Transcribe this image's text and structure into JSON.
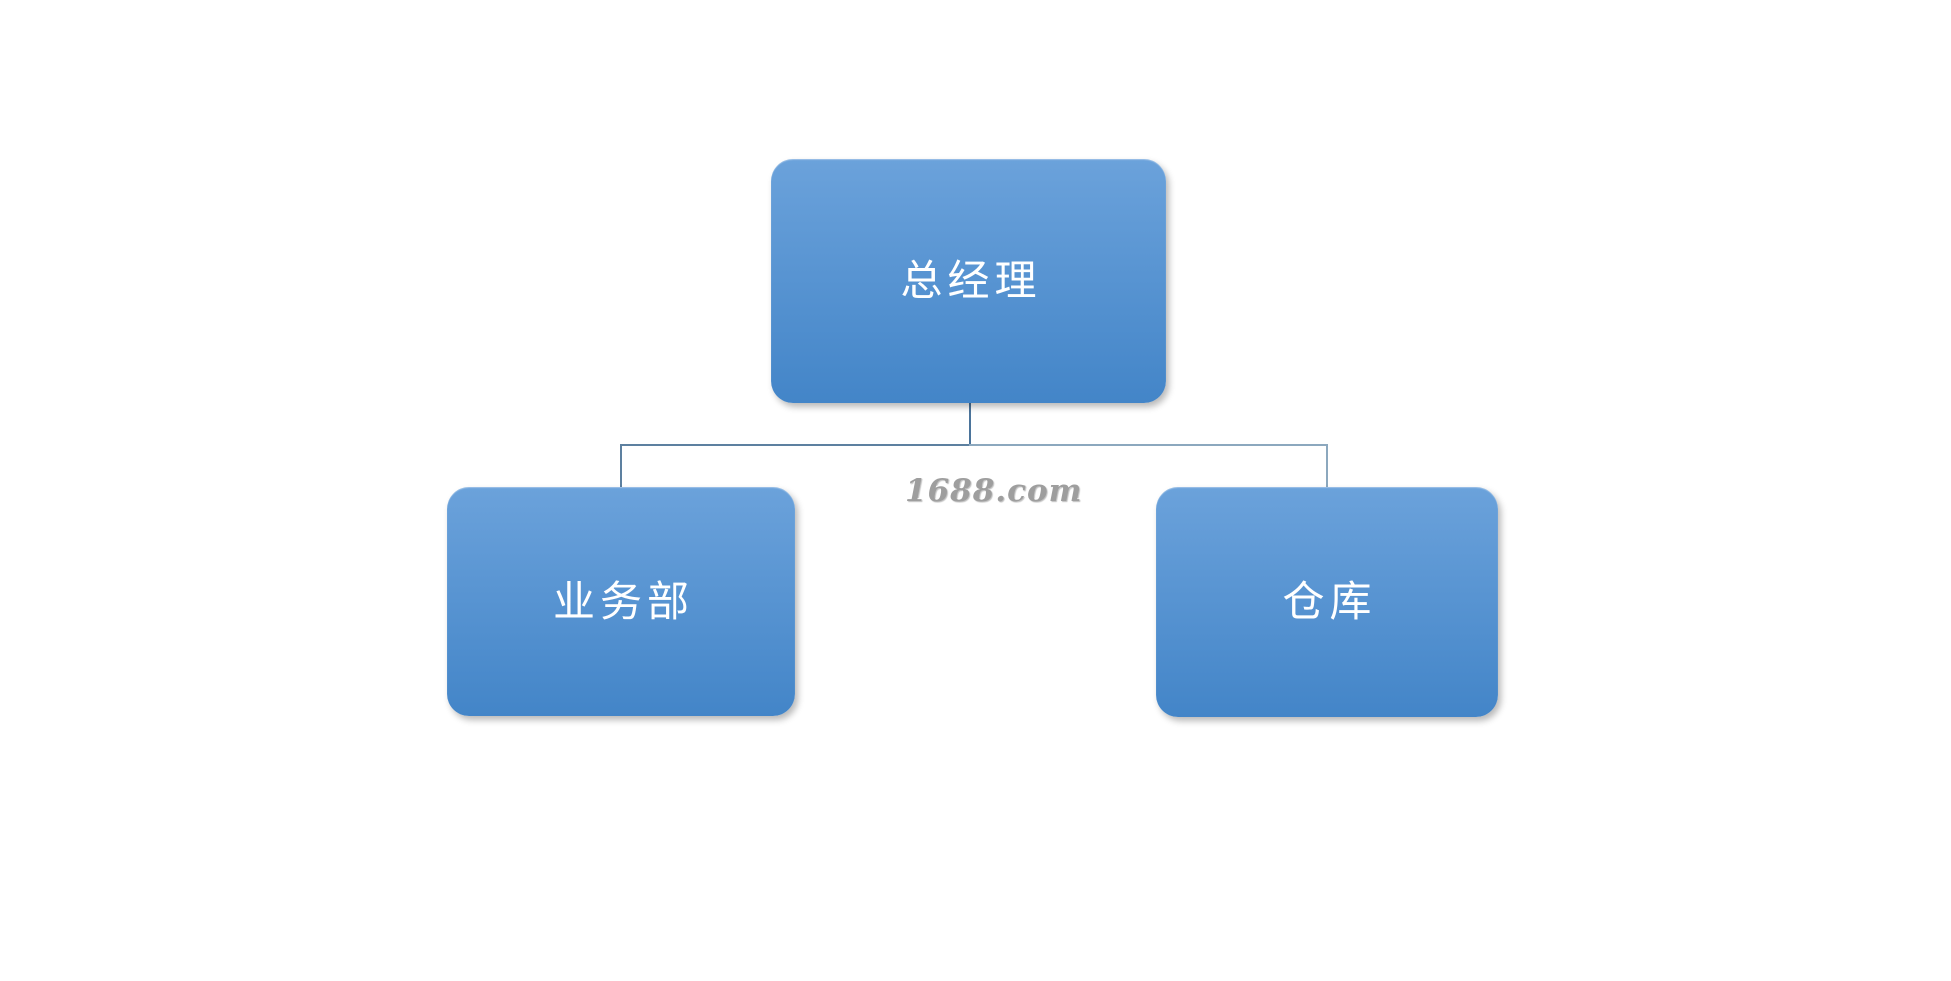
{
  "diagram": {
    "type": "org-chart",
    "nodes": [
      {
        "id": "root",
        "label": "总经理"
      },
      {
        "id": "child-left",
        "label": "业务部"
      },
      {
        "id": "child-right",
        "label": "仓库"
      }
    ],
    "edges": [
      {
        "from": "root",
        "to": "child-left"
      },
      {
        "from": "root",
        "to": "child-right"
      }
    ]
  },
  "watermark": {
    "text": "1688.com"
  },
  "theme": {
    "background": "#ffffff",
    "node_fill_top": "#6ba2db",
    "node_fill_bottom": "#4385c8",
    "node_text_color": "#ffffff",
    "connector_dark": "#4b749b",
    "connector_mid": "#5d80a0",
    "connector_light": "#8ca8be",
    "watermark_color": "#9e9e9e"
  }
}
